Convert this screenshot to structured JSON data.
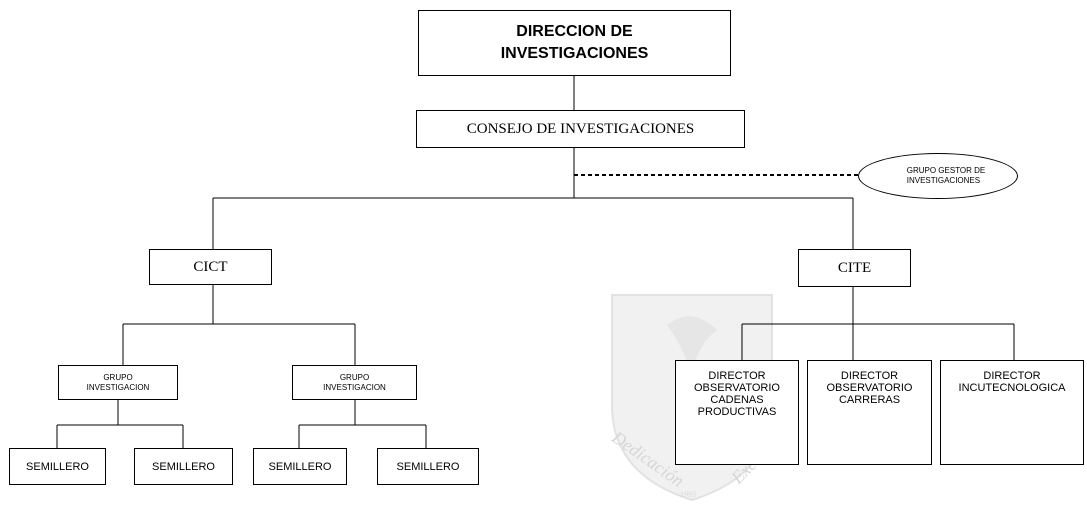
{
  "top": {
    "title": "DIRECCION DE\nINVESTIGACIONES"
  },
  "consejo": {
    "label": "CONSEJO DE INVESTIGACIONES"
  },
  "gestor": {
    "label": "GRUPO GESTOR DE\nINVESTIGACIONES"
  },
  "cict": {
    "label": "CICT"
  },
  "cite": {
    "label": "CITE"
  },
  "groups": [
    {
      "label": "GRUPO\nINVESTIGACION"
    },
    {
      "label": "GRUPO\nINVESTIGACION"
    }
  ],
  "semilleros": [
    {
      "label": "SEMILLERO"
    },
    {
      "label": "SEMILLERO"
    },
    {
      "label": "SEMILLERO"
    },
    {
      "label": "SEMILLERO"
    }
  ],
  "directors": [
    {
      "label": "DIRECTOR\nOBSERVATORIO\nCADENAS\nPRODUCTIVAS"
    },
    {
      "label": "DIRECTOR\nOBSERVATORIO\nCARRERAS"
    },
    {
      "label": "DIRECTOR\nINCUTECNOLOGICA"
    }
  ],
  "watermark": {
    "word": "de",
    "motto_left": "Dedicación",
    "motto_right": "Excelencia",
    "year": "1993"
  }
}
